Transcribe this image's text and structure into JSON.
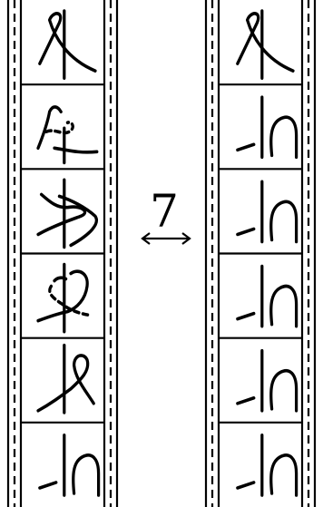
{
  "center_label": "7",
  "center_arrow_icon": "double-headed-arrow-icon",
  "colors": {
    "ink": "#000000",
    "background": "#ffffff"
  },
  "columns": [
    {
      "name": "left-strip",
      "frames": [
        {
          "glyph": "crossing-loop"
        },
        {
          "glyph": "dashed-crossing"
        },
        {
          "glyph": "double-crossing"
        },
        {
          "glyph": "dashed-loop"
        },
        {
          "glyph": "single-crossing"
        },
        {
          "glyph": "cap-and-bar"
        }
      ]
    },
    {
      "name": "right-strip",
      "frames": [
        {
          "glyph": "crossing-loop"
        },
        {
          "glyph": "cap-and-bar"
        },
        {
          "glyph": "cap-and-bar"
        },
        {
          "glyph": "cap-and-bar"
        },
        {
          "glyph": "cap-and-bar"
        },
        {
          "glyph": "cap-and-bar"
        }
      ]
    }
  ]
}
